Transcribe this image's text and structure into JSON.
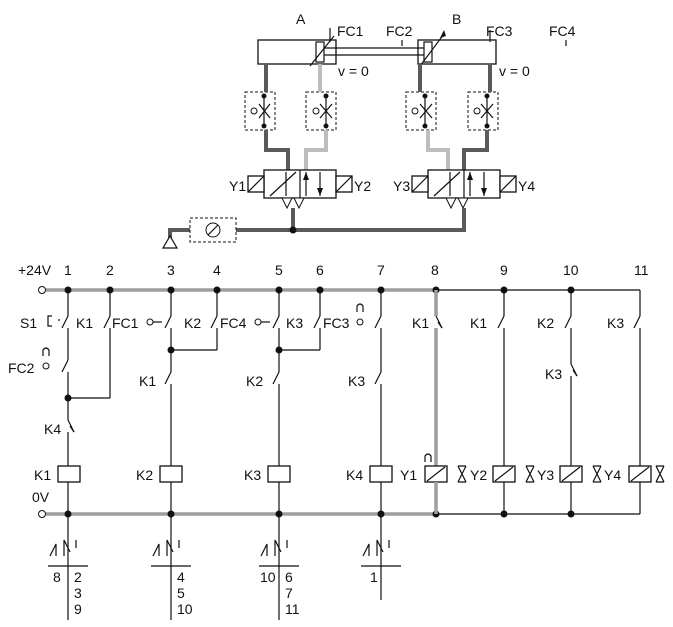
{
  "pneumatic": {
    "cylinder_a": "A",
    "cylinder_b": "B",
    "limit_switches": [
      "FC1",
      "FC2",
      "FC3",
      "FC4"
    ],
    "speed_a": "v = 0",
    "speed_b": "v = 0",
    "solenoids": [
      "Y1",
      "Y2",
      "Y3",
      "Y4"
    ]
  },
  "electrical": {
    "supply_label": "+24V",
    "ground_label": "0V",
    "column_numbers": [
      "1",
      "2",
      "3",
      "4",
      "5",
      "6",
      "7",
      "8",
      "9",
      "10",
      "11"
    ],
    "contacts": {
      "s1": "S1",
      "c2_k1": "K1",
      "fc1": "FC1",
      "c4_k2": "K2",
      "fc4": "FC4",
      "c6_k3": "K3",
      "fc3": "FC3",
      "c8_k1": "K1",
      "c9_k1": "K1",
      "c10_k2": "K2",
      "c11_k3": "K3",
      "fc2": "FC2",
      "c3_k1": "K1",
      "c5_k2": "K2",
      "c7_k3": "K3",
      "c10_k3": "K3",
      "k4_contact": "K4"
    },
    "coils": [
      "K1",
      "K2",
      "K3",
      "K4"
    ],
    "solenoid_coils": [
      "Y1",
      "Y2",
      "Y3",
      "Y4"
    ],
    "contact_refs": [
      {
        "left": "8",
        "right": [
          "2",
          "3",
          "9"
        ]
      },
      {
        "left": "",
        "right": [
          "4",
          "5",
          "10"
        ]
      },
      {
        "left": "10",
        "right": [
          "6",
          "7",
          "11"
        ]
      },
      {
        "left": "",
        "right": [
          "1"
        ]
      }
    ]
  }
}
